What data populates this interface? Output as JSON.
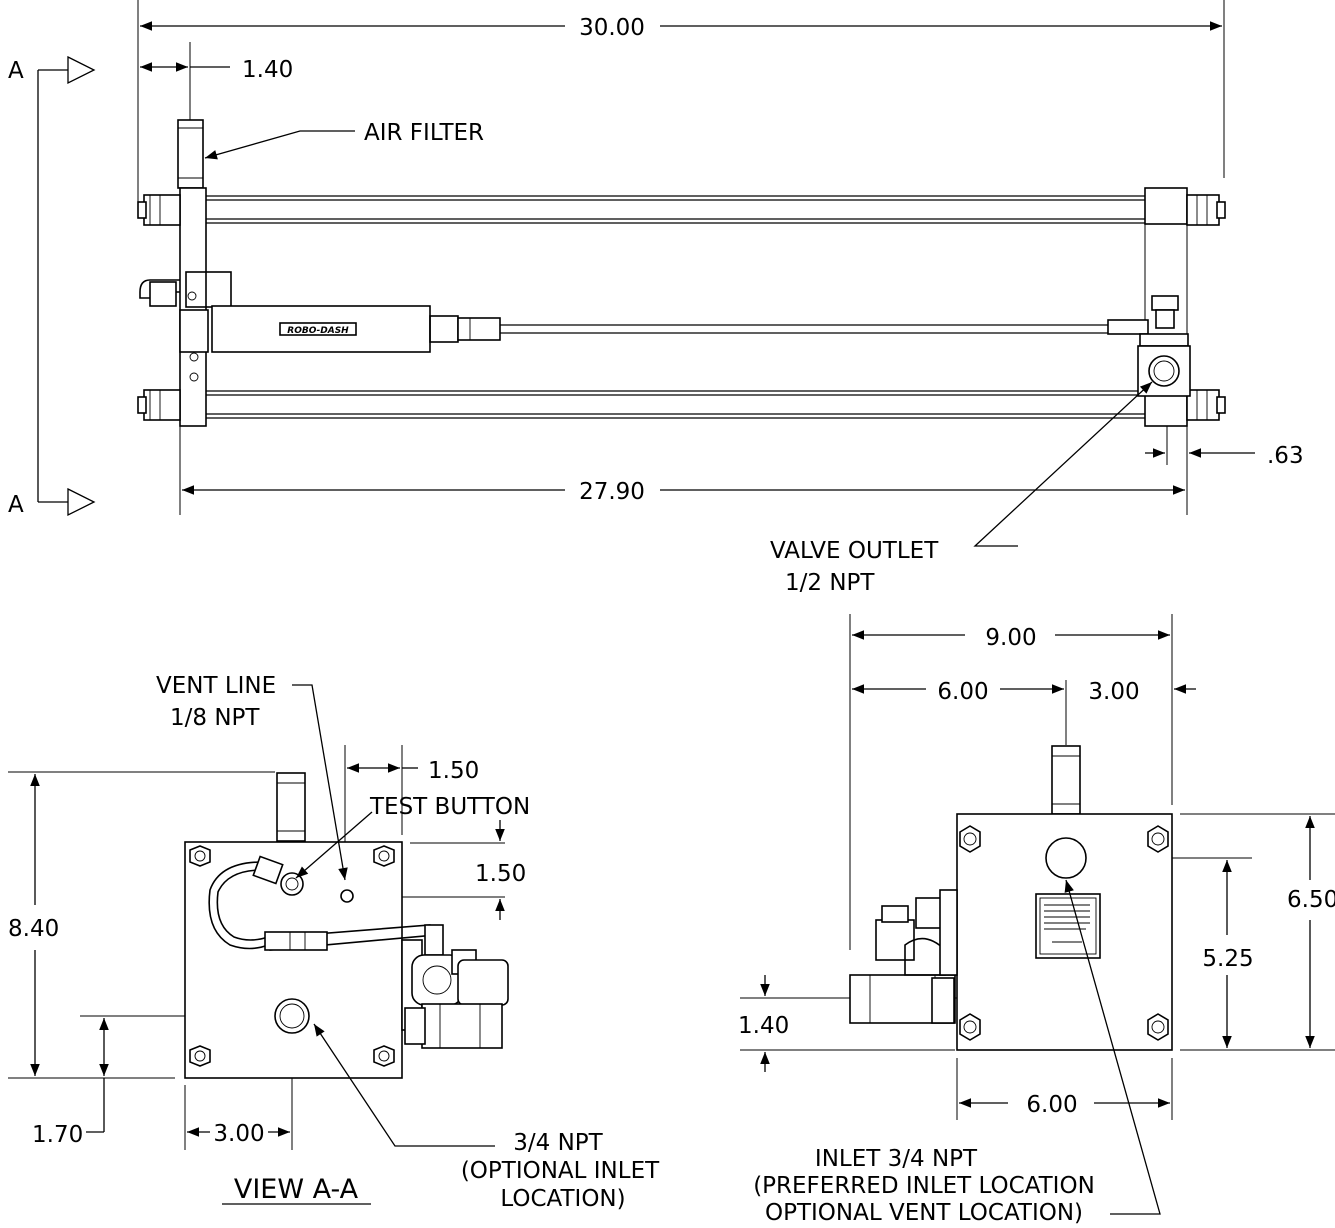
{
  "dimensions": {
    "overall_length": "30.00",
    "filter_offset": "1.40",
    "body_length": "27.90",
    "outlet_offset": ".63",
    "side_height": "8.40",
    "inlet_height": "1.70",
    "inlet_offset": "3.00",
    "test_button_x": "1.50",
    "test_button_y": "1.50",
    "front_width": "9.00",
    "front_left": "6.00",
    "front_right": "3.00",
    "front_height": "6.50",
    "preferred_inlet_height": "5.25",
    "valve_height": "1.40",
    "front_body_width": "6.00"
  },
  "labels": {
    "section_mark_top": "A",
    "section_mark_bottom": "A",
    "air_filter": "AIR FILTER",
    "valve_outlet_line1": "VALVE OUTLET",
    "valve_outlet_line2": "1/2 NPT",
    "vent_line_line1": "VENT LINE",
    "vent_line_line2": "1/8 NPT",
    "test_button": "TEST BUTTON",
    "optional_inlet_line1": "3/4 NPT",
    "optional_inlet_line2": "(OPTIONAL INLET",
    "optional_inlet_line3": "LOCATION)",
    "view_title": "VIEW A-A",
    "preferred_inlet_line1": "INLET 3/4 NPT",
    "preferred_inlet_line2": "(PREFERRED INLET LOCATION",
    "preferred_inlet_line3": "OPTIONAL VENT LOCATION)",
    "cylinder_brand": "ROBO-DASH"
  }
}
